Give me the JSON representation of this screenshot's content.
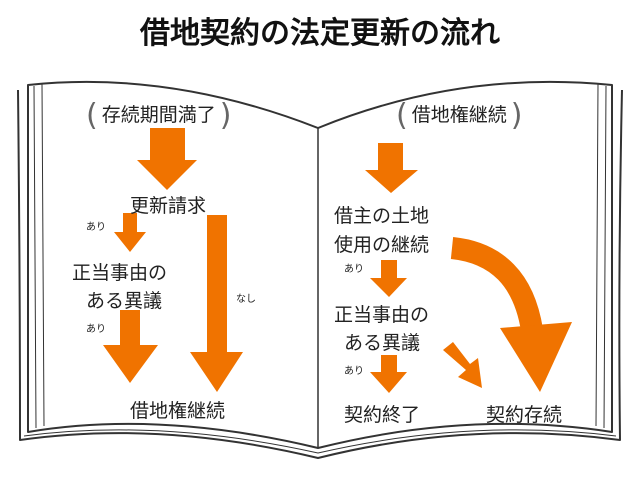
{
  "title": "借地契約の法定更新の流れ",
  "colors": {
    "arrow": "#F07300",
    "line": "#333333"
  },
  "left_page": {
    "header": "存続期間満了",
    "step1": "更新請求",
    "yes1": "あり",
    "objection_line1": "正当事由の",
    "objection_line2": "ある異議",
    "yes2": "あり",
    "no": "なし",
    "result": "借地権継続"
  },
  "right_page": {
    "header": "借地権継続",
    "step1_line1": "借主の土地",
    "step1_line2": "使用の継続",
    "yes1": "あり",
    "objection_line1": "正当事由の",
    "objection_line2": "ある異議",
    "yes2": "あり",
    "result_end": "契約終了",
    "result_continue": "契約存続"
  }
}
